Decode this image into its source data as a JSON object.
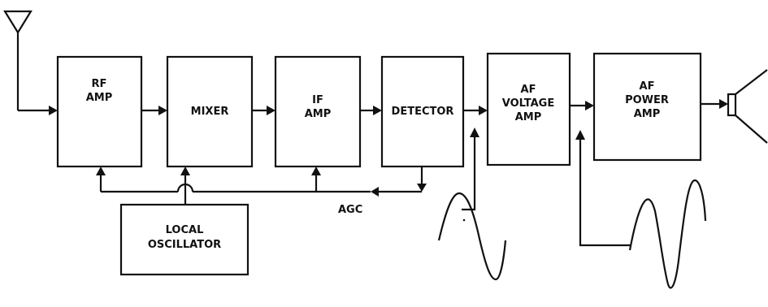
{
  "blocks": {
    "rf_amp": [
      "RF",
      "AMP"
    ],
    "mixer": [
      "MIXER"
    ],
    "if_amp": [
      "IF",
      "AMP"
    ],
    "detector": [
      "DETECTOR"
    ],
    "af_voltage_amp": [
      "AF",
      "VOLTAGE",
      "AMP"
    ],
    "af_power_amp": [
      "AF",
      "POWER",
      "AMP"
    ],
    "local_oscillator": [
      "LOCAL",
      "OSCILLATOR"
    ]
  },
  "labels": {
    "agc": "AGC"
  },
  "icons": {
    "antenna": "antenna-icon",
    "speaker": "speaker-icon",
    "small_waveform": "sine-wave-icon",
    "large_waveform": "sine-wave-icon"
  }
}
